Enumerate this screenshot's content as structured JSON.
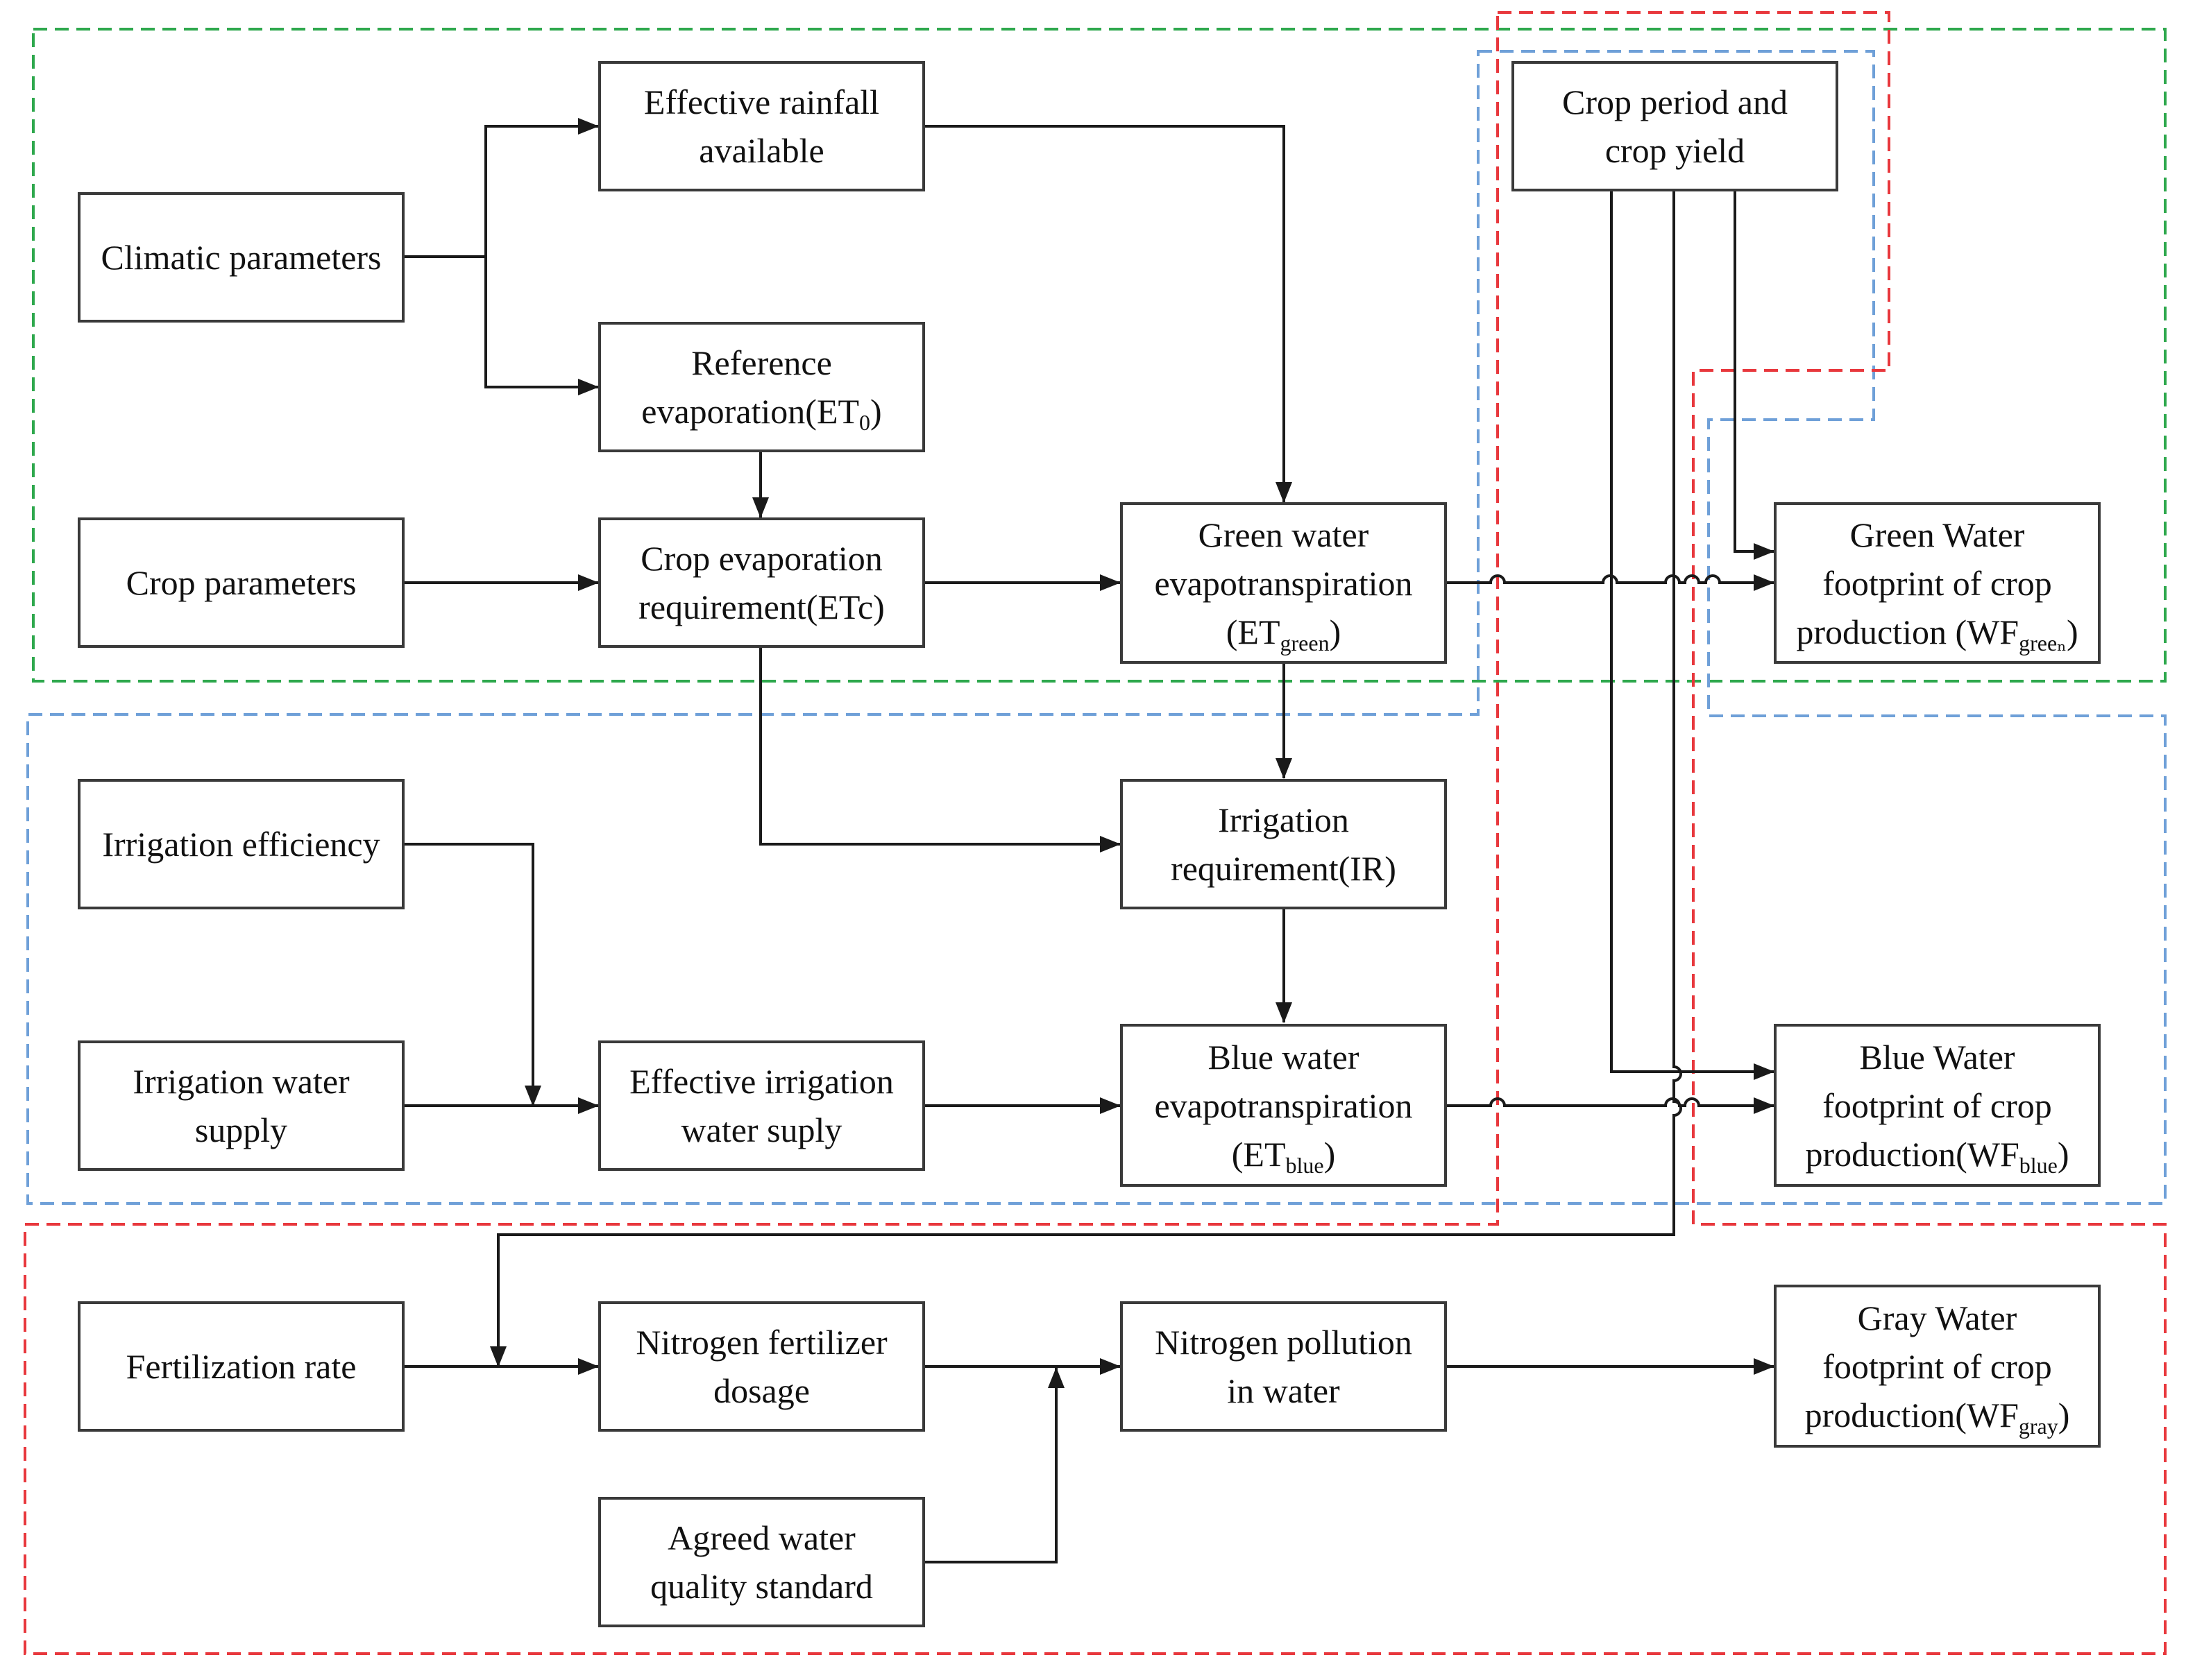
{
  "colors": {
    "green_region": "#2ea84d",
    "blue_region": "#6fa0d8",
    "red_region": "#e8383d",
    "box_border": "#3a3a3a",
    "arrow": "#1a1a1a",
    "text": "#111111"
  },
  "nodes": {
    "climatic": {
      "text": "Climatic parameters"
    },
    "rainfall": {
      "text": "Effective rainfall\navailable"
    },
    "et0": {
      "text": "Reference\nevaporation(ET",
      "sub": "0",
      "suffix": ")"
    },
    "crop_params": {
      "text": "Crop parameters"
    },
    "etc": {
      "text": "Crop evaporation\nrequirement(ETc)"
    },
    "etgreen": {
      "text": "Green water\nevapotranspiration\n(ET",
      "sub": "green",
      "suffix": ")"
    },
    "crop_period": {
      "text": "Crop period and\ncrop yield"
    },
    "wfgreen": {
      "text": "Green Water\nfootprint of crop\nproduction (WF",
      "sub": "greeₙ",
      "suffix": ")"
    },
    "irr_eff": {
      "text": "Irrigation efficiency"
    },
    "ir": {
      "text": "Irrigation\nrequirement(IR)"
    },
    "irr_supply": {
      "text": "Irrigation water\nsupply"
    },
    "eff_irr": {
      "text": "Effective irrigation\nwater suply"
    },
    "etblue": {
      "text": "Blue water\nevapotranspiration\n(ET",
      "sub": "blue",
      "suffix": ")"
    },
    "wfblue": {
      "text": "Blue Water\nfootprint of crop\nproduction(WF",
      "sub": "blue",
      "suffix": ")"
    },
    "fert_rate": {
      "text": "Fertilization rate"
    },
    "n_dosage": {
      "text": "Nitrogen fertilizer\ndosage"
    },
    "n_pollution": {
      "text": "Nitrogen pollution\nin water"
    },
    "wfgray": {
      "text": "Gray Water\nfootprint of crop\nproduction(WF",
      "sub": "gray",
      "suffix": ")"
    },
    "agreed": {
      "text": "Agreed water\nquality standard"
    }
  }
}
